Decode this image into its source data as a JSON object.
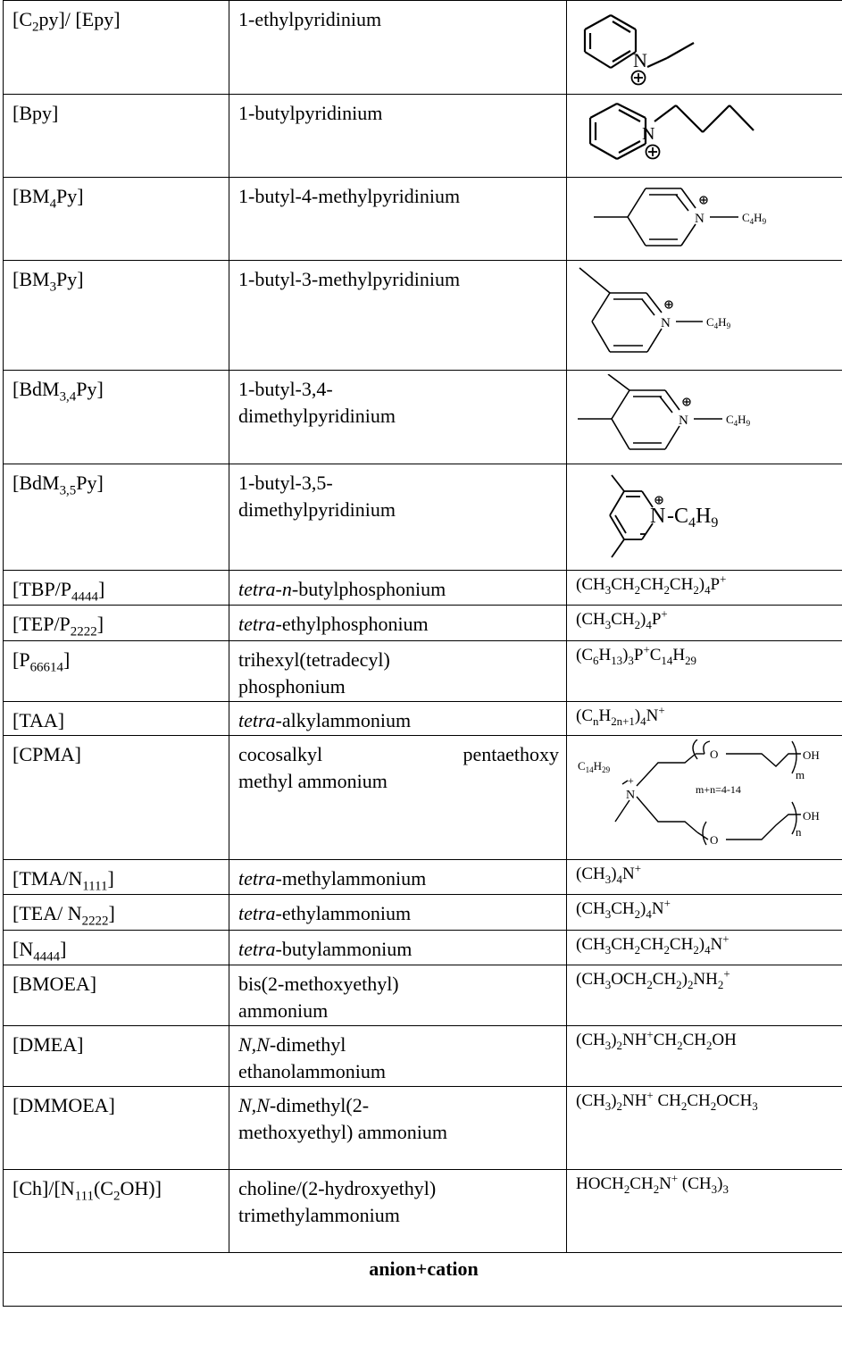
{
  "rows": [
    {
      "abbr": {
        "pre": "[C",
        "sub": "2",
        "post": "py]/ [Epy]"
      },
      "name": "1-ethylpyridinium"
    },
    {
      "abbr": {
        "pre": "[Bpy]"
      },
      "name": "1-butylpyridinium"
    },
    {
      "abbr": {
        "pre": "[BM",
        "sub": "4",
        "post": "Py]"
      },
      "name": "1-butyl-4-methylpyridinium",
      "sub_label": "C4H9"
    },
    {
      "abbr": {
        "pre": "[BM",
        "sub": "3",
        "post": "Py]"
      },
      "name": "1-butyl-3-methylpyridinium",
      "sub_label": "C4H9"
    },
    {
      "abbr": {
        "pre": "[BdM",
        "sub": "3,4",
        "post": "Py]"
      },
      "name_lines": [
        "1-butyl-3,4-",
        "dimethylpyridinium"
      ],
      "sub_label": "C4H9"
    },
    {
      "abbr": {
        "pre": "[BdM",
        "sub": "3,5",
        "post": "Py]"
      },
      "name_lines": [
        "1-butyl-3,5-",
        "dimethylpyridinium"
      ],
      "sub_label": "C4H9"
    },
    {
      "abbr": {
        "pre": "[TBP/P",
        "sub": "4444",
        "post": "]"
      },
      "name": {
        "italic": "tetra-n-",
        "rest": "butylphosphonium"
      },
      "formula": "(CH3CH2CH2CH2)4P+"
    },
    {
      "abbr": {
        "pre": "[TEP/P",
        "sub": "2222",
        "post": "]"
      },
      "name": {
        "italic": "tetra-",
        "rest": "ethylphosphonium"
      },
      "formula": "(CH3CH2)4P+"
    },
    {
      "abbr": {
        "pre": "[P",
        "sub": "66614",
        "post": "]"
      },
      "name_lines": [
        "trihexyl(tetradecyl)",
        "phosphonium"
      ],
      "formula": "(C6H13)3P+C14H29"
    },
    {
      "abbr": {
        "pre": "[TAA]"
      },
      "name": {
        "italic": "tetra-",
        "rest": "alkylammonium"
      },
      "formula": "(CnH2n+1)4N+"
    },
    {
      "abbr": {
        "pre": "[CPMA]"
      },
      "name_lines": [
        "cocosalkyl pentaethoxy",
        "methyl ammonium"
      ],
      "struct_labels": {
        "alkyl": "C14H29",
        "atom_o": "O",
        "atom_n": "N",
        "range": "m+n=4-14",
        "oh": "OH",
        "m": "m",
        "n": "n"
      }
    },
    {
      "abbr": {
        "pre": "[TMA/N",
        "sub": "1111",
        "post": "]"
      },
      "name": {
        "italic": "tetra-",
        "rest": "methylammonium"
      },
      "formula": "(CH3)4N+"
    },
    {
      "abbr": {
        "pre": "[TEA/ N",
        "sub": "2222",
        "post": "]"
      },
      "name": {
        "italic": "tetra-",
        "rest": "ethylammonium"
      },
      "formula": "(CH3CH2)4N+"
    },
    {
      "abbr": {
        "pre": "[N",
        "sub": "4444",
        "post": "]"
      },
      "name": {
        "italic": "tetra-",
        "rest": "butylammonium"
      },
      "formula": "(CH3CH2CH2CH2)4N+"
    },
    {
      "abbr": {
        "pre": "[BMOEA]"
      },
      "name_lines": [
        "bis(2-methoxyethyl)",
        "ammonium"
      ],
      "formula": "(CH3OCH2CH2)2NH2+"
    },
    {
      "abbr": {
        "pre": "[DMEA]"
      },
      "name_lines": [
        {
          "italic": "N,N-",
          "rest": "dimethyl"
        },
        "ethanolammonium"
      ],
      "formula": "(CH3)2NH+CH2CH2OH"
    },
    {
      "abbr": {
        "pre": "[DMMOEA]"
      },
      "name_lines": [
        {
          "italic": "N,N-",
          "rest": "dimethyl(2-"
        },
        "methoxyethyl) ammonium"
      ],
      "formula": "(CH3)2NH+ CH2CH2OCH3"
    },
    {
      "abbr": {
        "pre": "[Ch]/[N",
        "sub": "111",
        "post": "(C",
        "sub2": "2",
        "post2": "OH)]"
      },
      "name_lines": [
        "choline/(2-hydroxyethyl)",
        "trimethylammonium"
      ],
      "formula": "HOCH2CH2N+ (CH3)3"
    }
  ],
  "footer": "anion+cation"
}
